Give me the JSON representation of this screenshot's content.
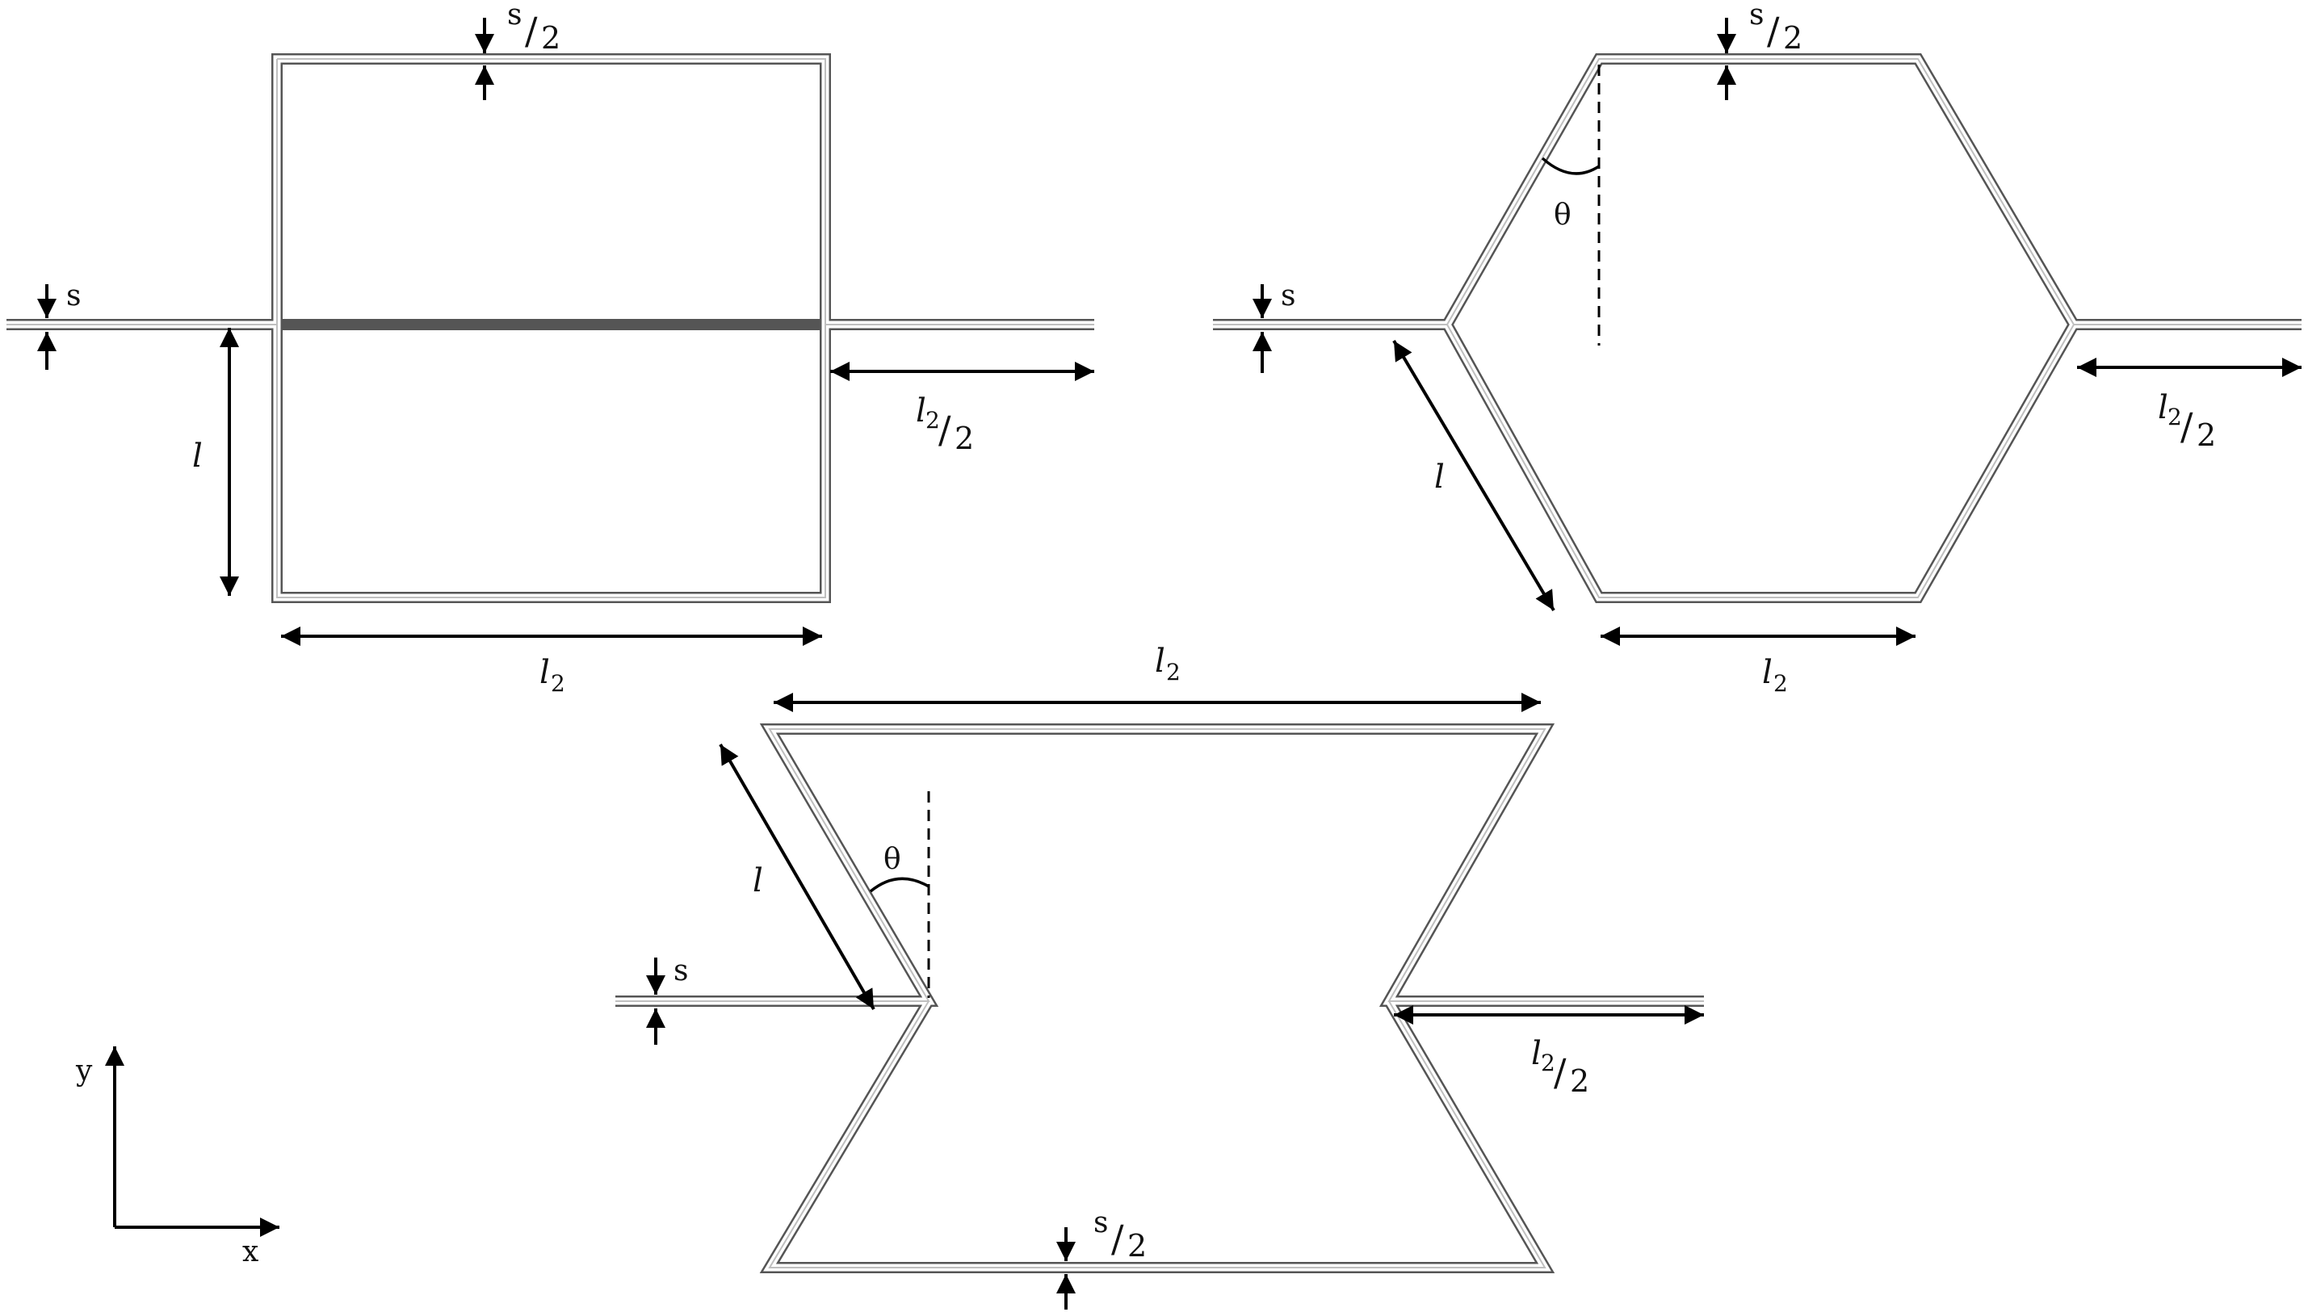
{
  "labels": {
    "s": "s",
    "s_num": "s",
    "slash": "/",
    "two": "2",
    "l": "l",
    "l2_base": "l",
    "l2_sub": "2",
    "theta": "θ",
    "axis_x": "x",
    "axis_y": "y"
  }
}
